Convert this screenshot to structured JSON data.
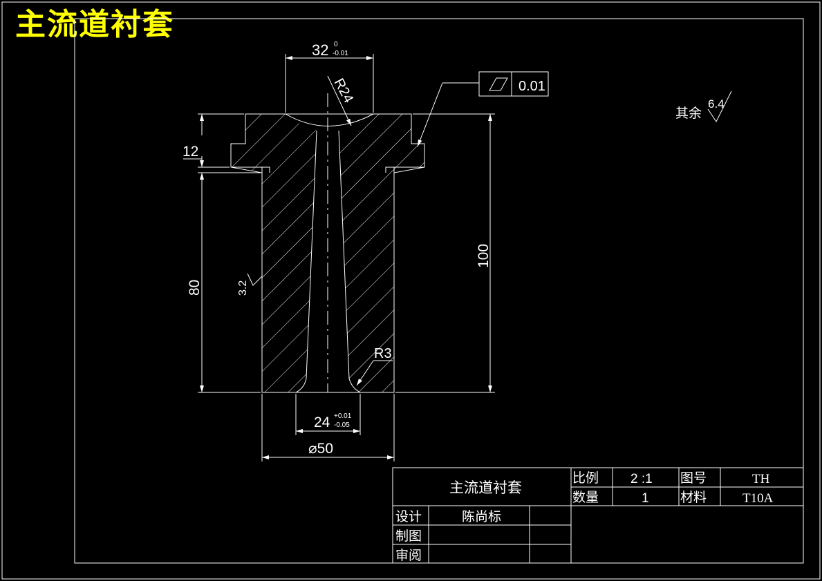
{
  "header": {
    "title": "主流道衬套"
  },
  "dimensions": {
    "top_width": "32",
    "top_width_tol_upper": "0",
    "top_width_tol_lower": "-0.01",
    "sphere_radius": "R24",
    "flange_height": "12",
    "body_height": "80",
    "total_height": "100",
    "outer_diameter": "⌀50",
    "bottom_width": "24",
    "bottom_width_tol_upper": "+0.01",
    "bottom_width_tol_lower": "-0.05",
    "fillet_radius": "R3"
  },
  "tolerance_frame": {
    "value": "0.01",
    "symbol": "flatness-icon"
  },
  "roughness": {
    "bore": "3.2",
    "other_label": "其余",
    "other_value": "6.4"
  },
  "title_block": {
    "part_name": "主流道衬套",
    "scale_label": "比例",
    "scale_value": "2 :1",
    "drawing_no_label": "图号",
    "drawing_no_value": "TH",
    "quantity_label": "数量",
    "quantity_value": "1",
    "material_label": "材料",
    "material_value": "T10A",
    "design_label": "设计",
    "designer": "陈尚标",
    "draw_label": "制图",
    "review_label": "审阅"
  },
  "colors": {
    "background": "#000000",
    "lines": "#ffffff",
    "title": "#ffff00"
  }
}
